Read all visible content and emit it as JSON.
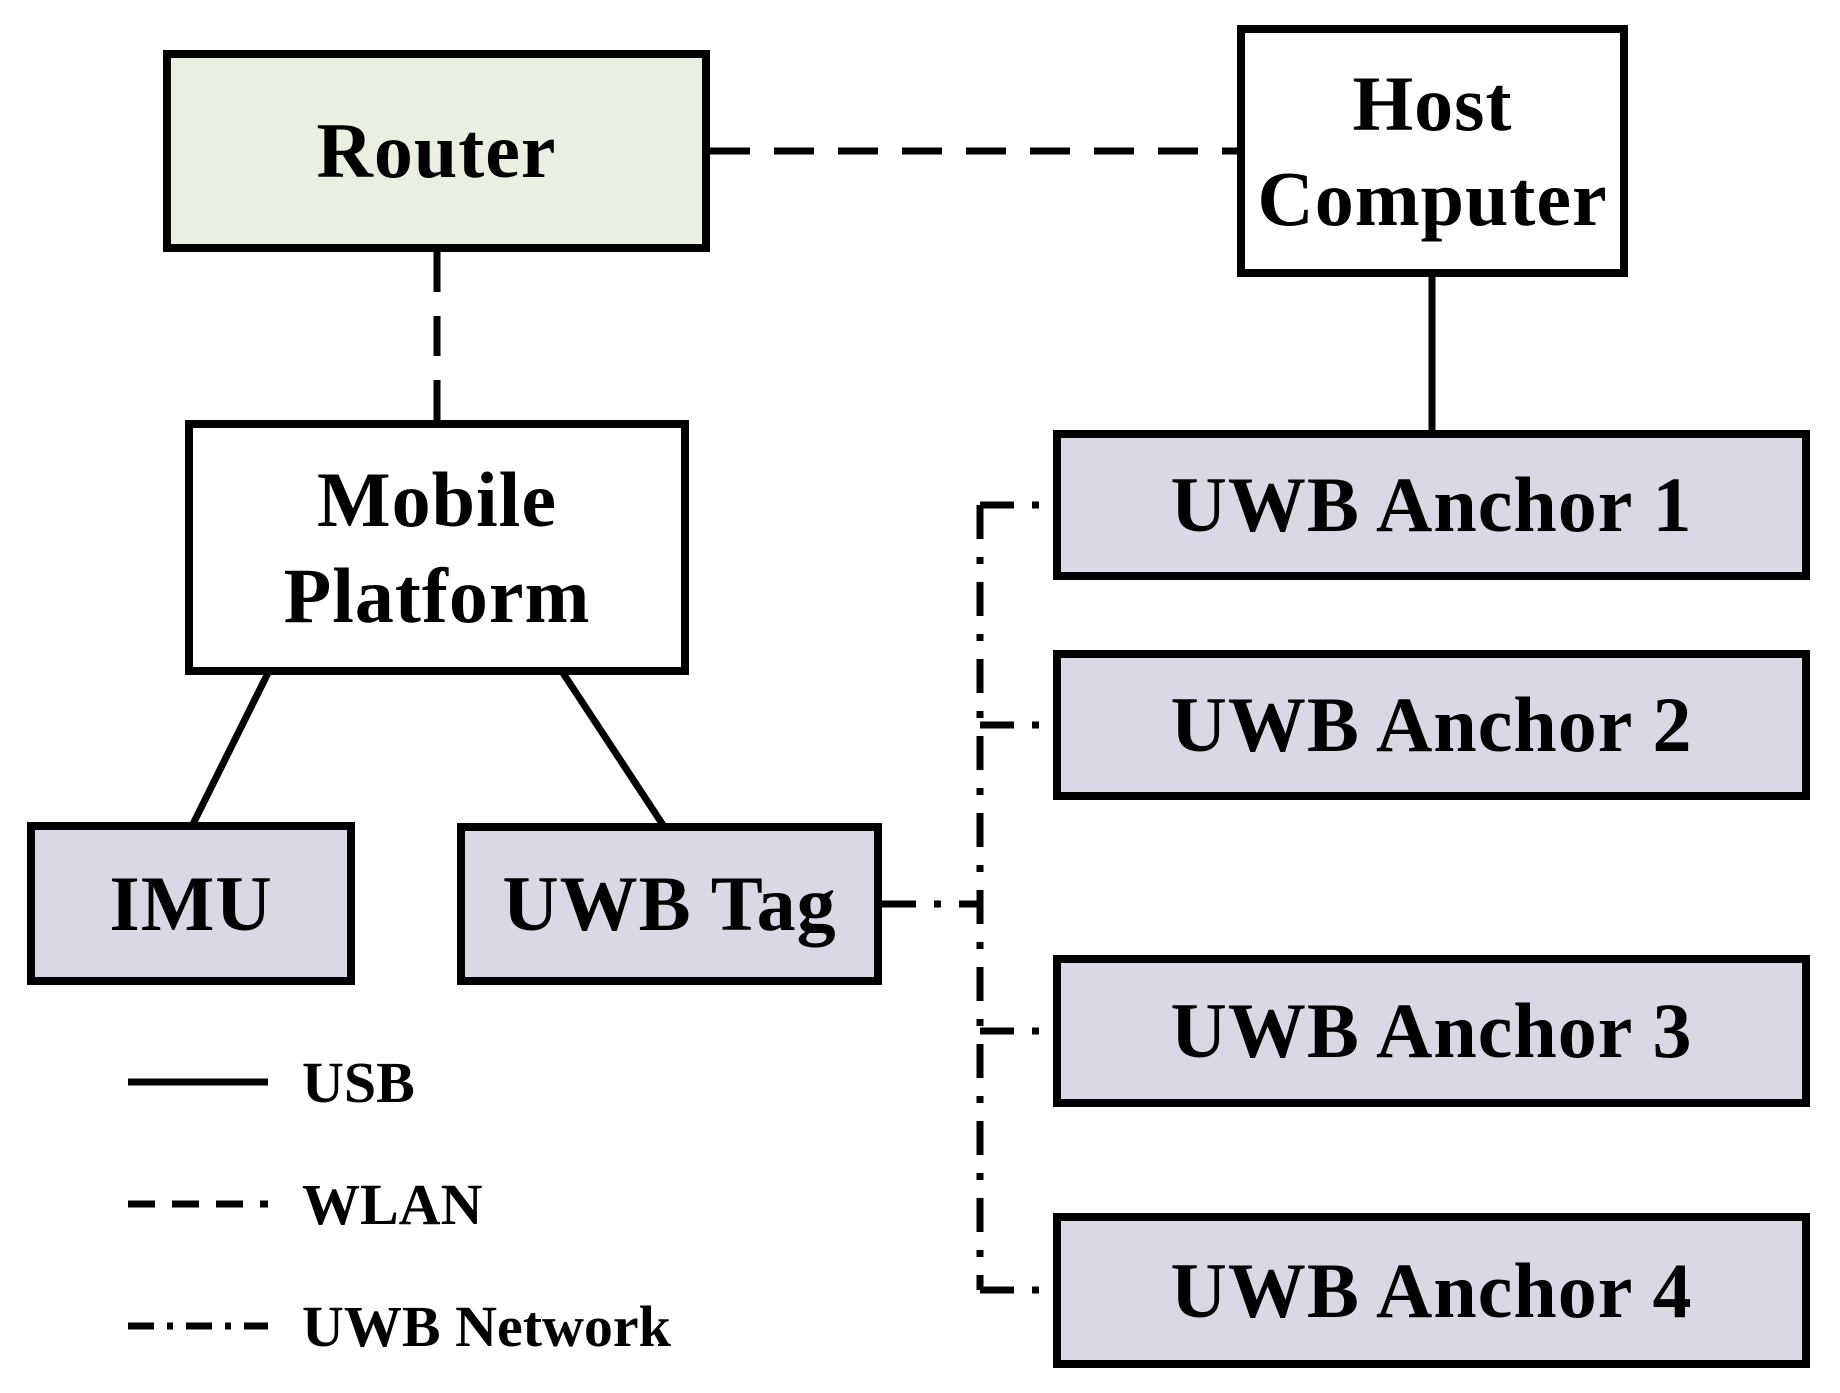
{
  "nodes": {
    "router": {
      "label": "Router",
      "fill": "#eaf0e1"
    },
    "host_computer": {
      "label": "Host\nComputer",
      "fill": "#ffffff"
    },
    "mobile_platform": {
      "label": "Mobile\nPlatform",
      "fill": "#ffffff"
    },
    "imu": {
      "label": "IMU",
      "fill": "#dcd7e4"
    },
    "uwb_tag": {
      "label": "UWB Tag",
      "fill": "#dcd7e4"
    },
    "uwb_anchor_1": {
      "label": "UWB Anchor 1",
      "fill": "#dcd7e4"
    },
    "uwb_anchor_2": {
      "label": "UWB Anchor 2",
      "fill": "#dcd7e4"
    },
    "uwb_anchor_3": {
      "label": "UWB Anchor 3",
      "fill": "#dcd7e4"
    },
    "uwb_anchor_4": {
      "label": "UWB Anchor 4",
      "fill": "#dcd7e4"
    }
  },
  "connections": [
    {
      "from": "router",
      "to": "host_computer",
      "type": "WLAN",
      "line_style": "dashed"
    },
    {
      "from": "router",
      "to": "mobile_platform",
      "type": "WLAN",
      "line_style": "dashed"
    },
    {
      "from": "host_computer",
      "to": "uwb_anchor_1",
      "type": "USB",
      "line_style": "solid"
    },
    {
      "from": "mobile_platform",
      "to": "imu",
      "type": "USB",
      "line_style": "solid"
    },
    {
      "from": "mobile_platform",
      "to": "uwb_tag",
      "type": "USB",
      "line_style": "solid"
    },
    {
      "from": "uwb_tag",
      "to": "uwb_anchor_1",
      "type": "UWB Network",
      "line_style": "dash-dot"
    },
    {
      "from": "uwb_tag",
      "to": "uwb_anchor_2",
      "type": "UWB Network",
      "line_style": "dash-dot"
    },
    {
      "from": "uwb_tag",
      "to": "uwb_anchor_3",
      "type": "UWB Network",
      "line_style": "dash-dot"
    },
    {
      "from": "uwb_tag",
      "to": "uwb_anchor_4",
      "type": "UWB Network",
      "line_style": "dash-dot"
    }
  ],
  "legend": {
    "items": [
      {
        "line_style": "solid",
        "label": "USB"
      },
      {
        "line_style": "dashed",
        "label": "WLAN"
      },
      {
        "line_style": "dash-dot",
        "label": "UWB Network"
      }
    ]
  },
  "colors": {
    "router_fill": "#eaf0e1",
    "device_fill": "#dcd7e4",
    "plain_fill": "#ffffff",
    "line": "#000000",
    "background": "#ffffff"
  }
}
